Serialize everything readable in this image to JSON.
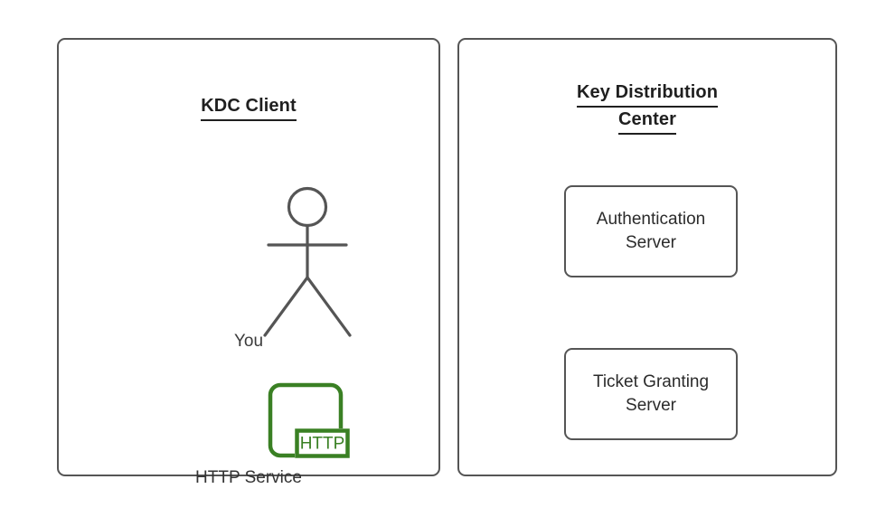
{
  "diagram": {
    "background_color": "#ffffff",
    "stroke_color": "#555555",
    "accent_green": "#3a8024",
    "text_color": "#2b2b2b"
  },
  "client_panel": {
    "title": "KDC Client",
    "actor": {
      "icon": "stick-figure-icon",
      "label": "You"
    },
    "service": {
      "icon": "http-service-icon",
      "badge": "HTTP",
      "label": "HTTP Service"
    }
  },
  "kdc_panel": {
    "title_line1": "Key Distribution",
    "title_line2": "Center",
    "servers": [
      {
        "line1": "Authentication",
        "line2": "Server"
      },
      {
        "line1": "Ticket Granting",
        "line2": "Server"
      }
    ]
  }
}
